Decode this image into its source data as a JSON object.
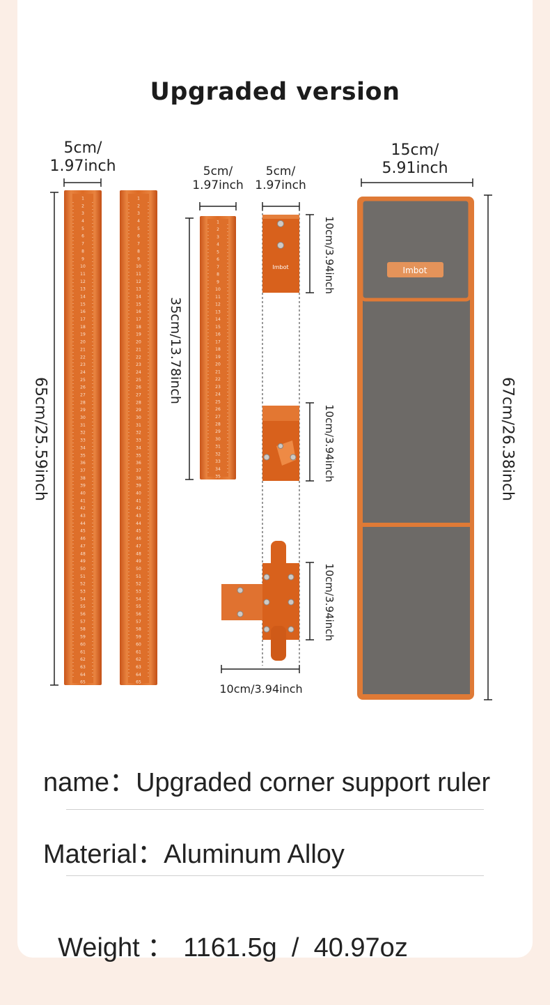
{
  "title": "Upgraded version",
  "dimensions": {
    "long_ruler_width": [
      "5cm/",
      "1.97inch"
    ],
    "short_ruler_width": [
      "5cm/",
      "1.97inch"
    ],
    "connector_width": [
      "5cm/",
      "1.97inch"
    ],
    "bag_width": [
      "15cm/",
      "5.91inch"
    ],
    "long_ruler_length": "65cm/25.59inch",
    "short_ruler_length": "35cm/13.78inch",
    "connector_height_1": "10cm/3.94inch",
    "connector_height_2": "10cm/3.94inch",
    "connector_height_3": "10cm/3.94inch",
    "connector_bottom_width": "10cm/3.94inch",
    "bag_length": "67cm/26.38inch"
  },
  "brand": "Imbot",
  "specs": {
    "name_label": "name：",
    "name_value": "Upgraded corner support ruler",
    "material_label": "Material：",
    "material_value": "Aluminum Alloy",
    "weight_label": "Weight ：",
    "weight_value": "1161.5g  /  40.97oz"
  },
  "colors": {
    "ruler": "#d9641f",
    "bag_body": "#6d6a67",
    "bag_trim": "#df7a36",
    "background": "#fbeee6"
  }
}
